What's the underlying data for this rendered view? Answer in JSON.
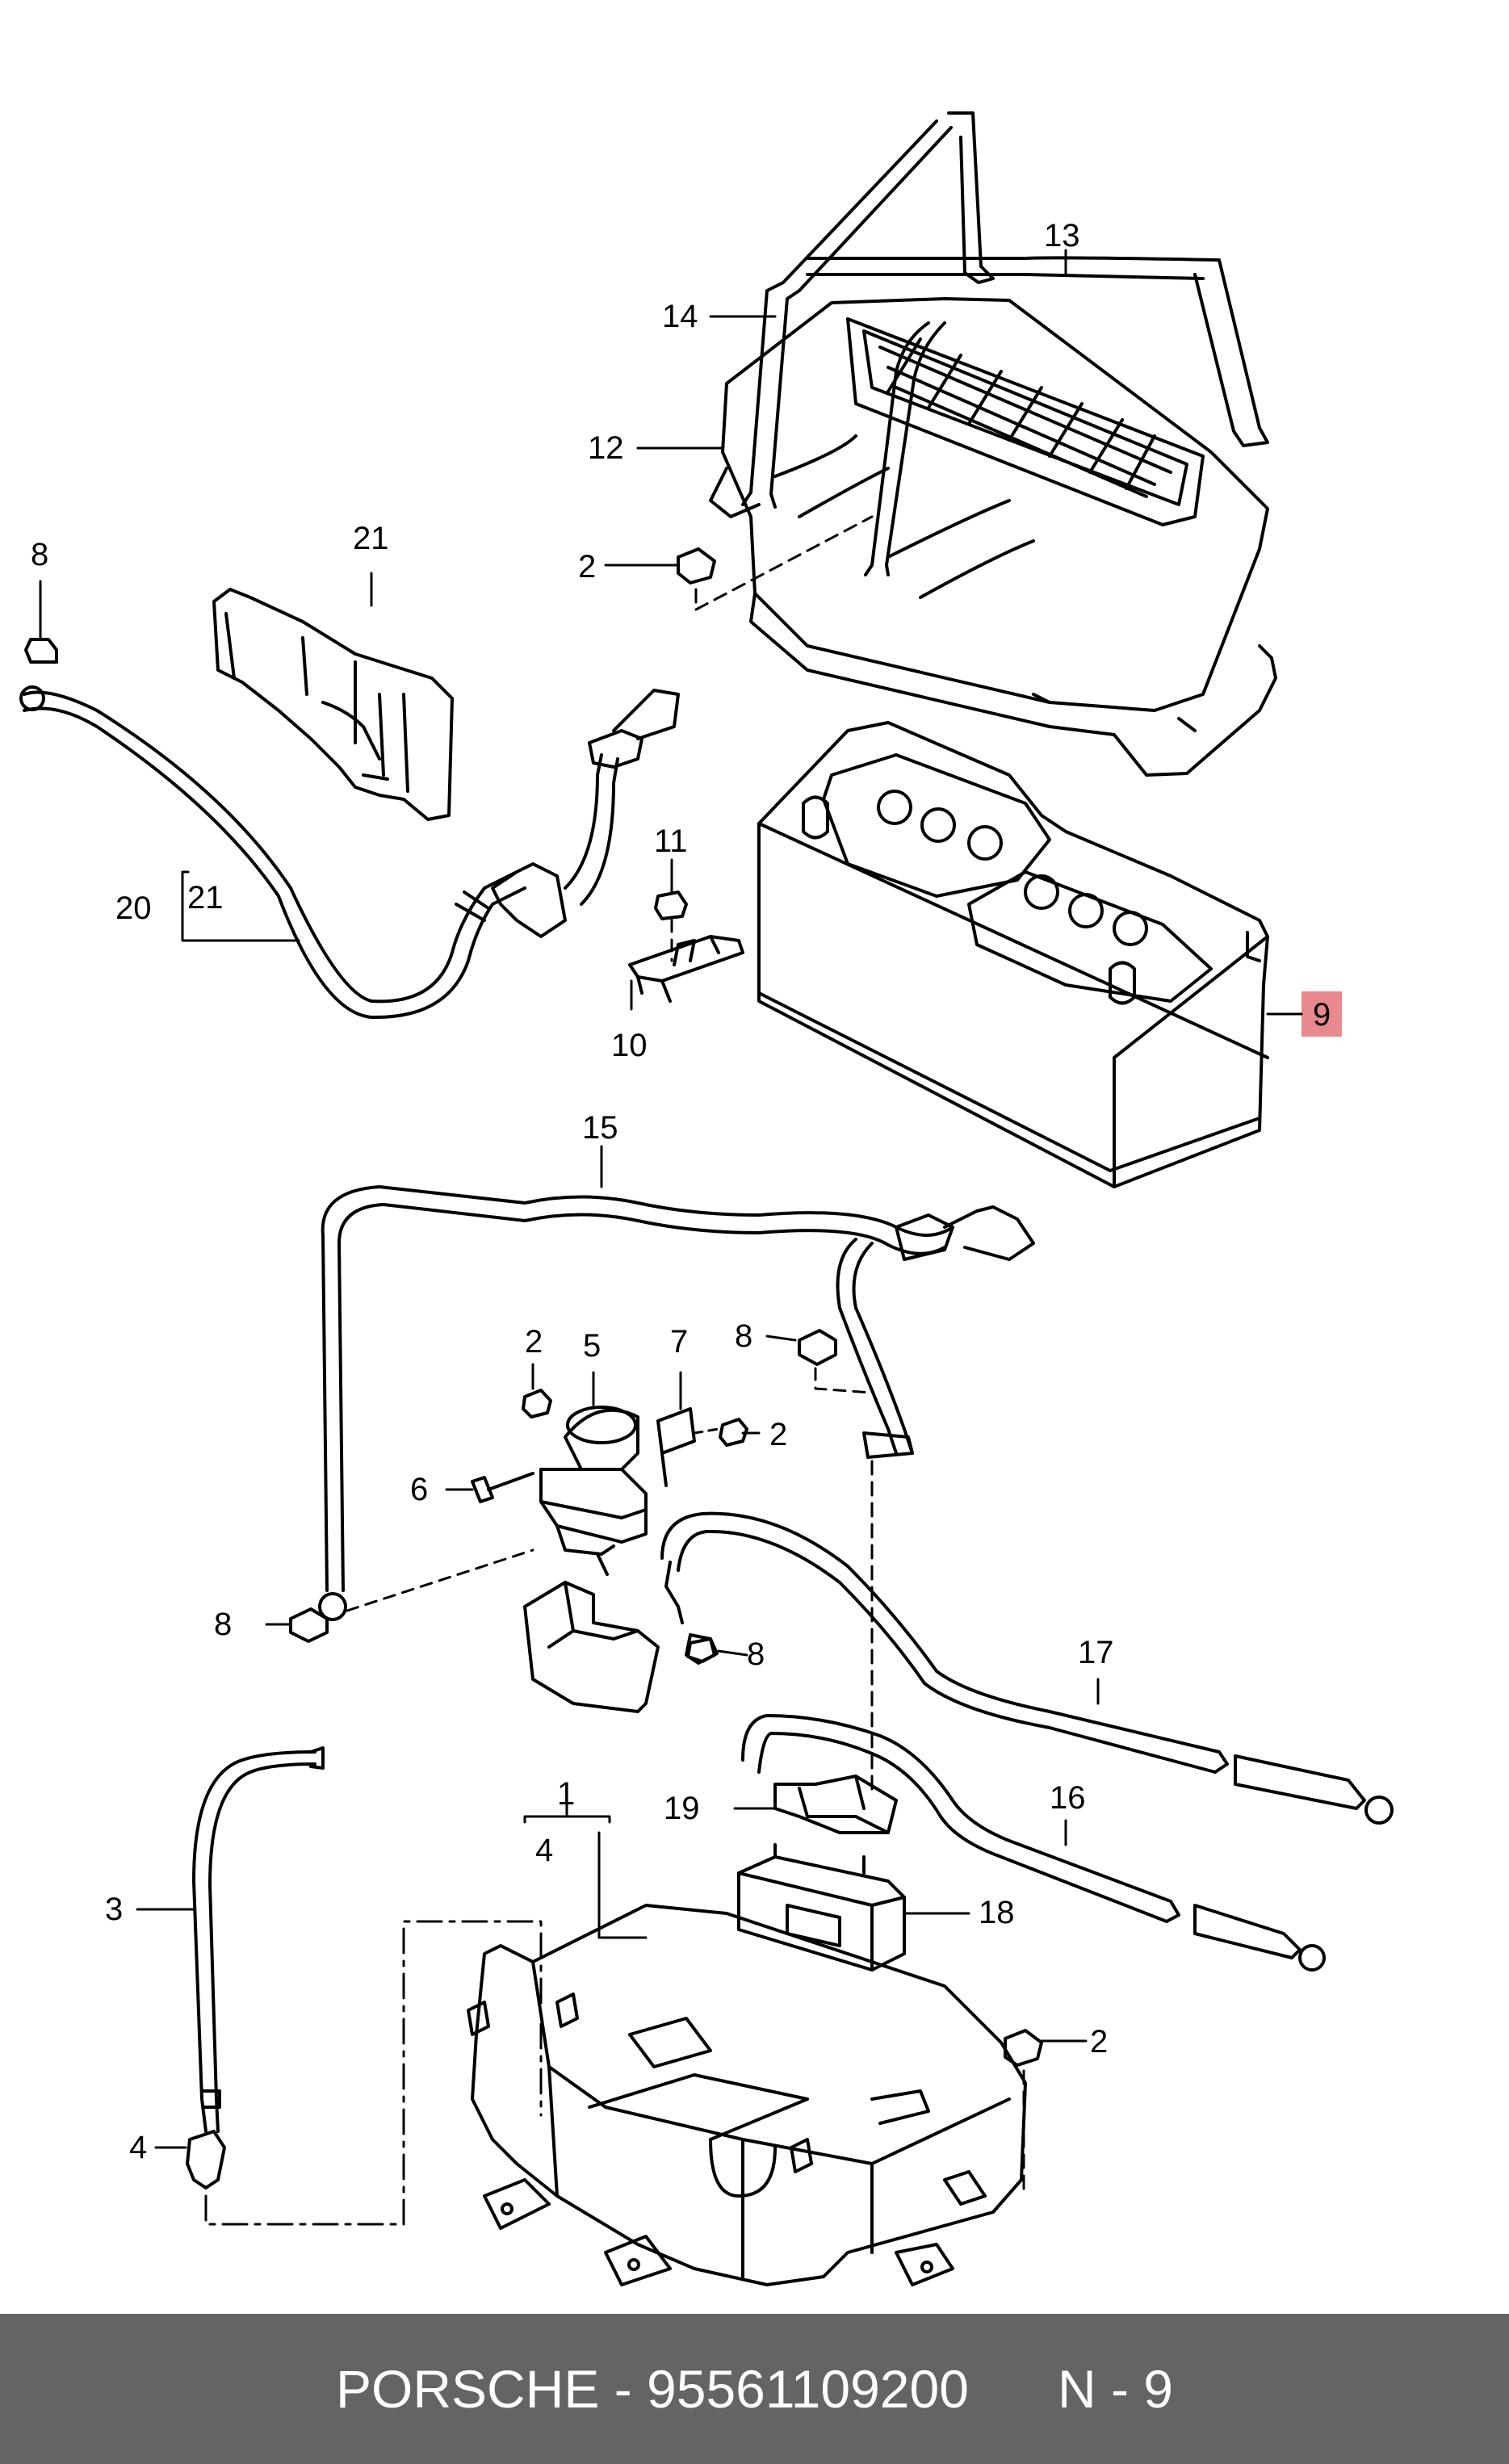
{
  "labels": {
    "p1": "1",
    "p2a": "2",
    "p2b": "2",
    "p2c": "2",
    "p2d": "2",
    "p3": "3",
    "p4a": "4",
    "p4b": "4",
    "p5": "5",
    "p6": "6",
    "p7": "7",
    "p8a": "8",
    "p8b": "8",
    "p8c": "8",
    "p8d": "8",
    "p9": "9",
    "p10": "10",
    "p11": "11",
    "p12": "12",
    "p13": "13",
    "p14": "14",
    "p15": "15",
    "p16": "16",
    "p17": "17",
    "p18": "18",
    "p19": "19",
    "p20": "20",
    "p21a": "21",
    "p21b": "21"
  },
  "highlight": {
    "part": "9",
    "color": "#e8888f"
  },
  "footer": {
    "brand": "PORSCHE",
    "part_number": "95561109200",
    "position": "N - 9",
    "separator": " - ",
    "gap": "      ",
    "background": "#646464"
  }
}
